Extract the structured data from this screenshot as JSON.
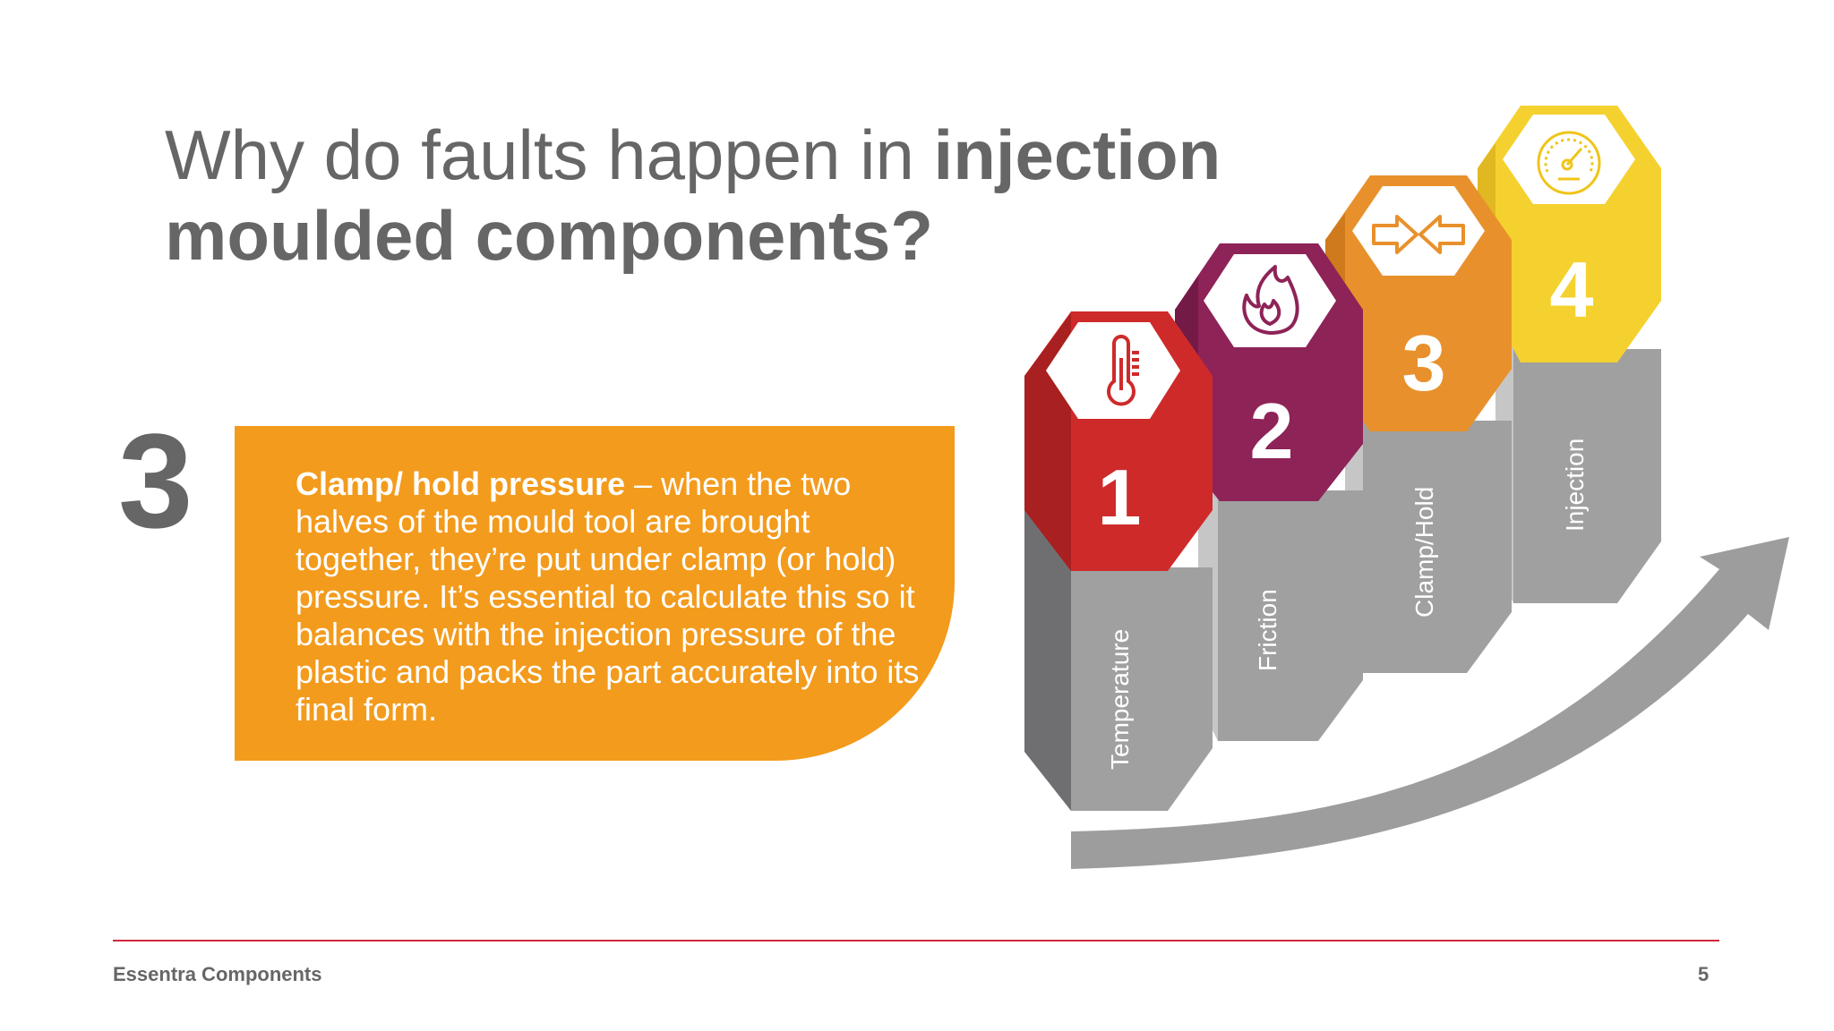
{
  "slide": {
    "title_regular": "Why do faults happen in ",
    "title_bold_line1": "injection",
    "title_bold_line2": "moulded components?",
    "step_number": "3",
    "callout": {
      "heading": "Clamp/ hold pressure",
      "body": " – when the two halves of the mould tool are brought together, they’re put under clamp (or hold) pressure. It’s essential to calculate this so it balances with the injection pressure of the plastic and packs the part accurately into its final form."
    }
  },
  "steps": [
    {
      "number": "1",
      "label": "Temperature",
      "icon": "thermometer-icon",
      "color": "#cf2a2a"
    },
    {
      "number": "2",
      "label": "Friction",
      "icon": "flame-icon",
      "color": "#8e2358"
    },
    {
      "number": "3",
      "label": "Clamp/Hold",
      "icon": "clamp-arrows-icon",
      "color": "#e8912c"
    },
    {
      "number": "4",
      "label": "Injection",
      "icon": "gauge-icon",
      "color": "#f5d12f"
    }
  ],
  "footer": {
    "company": "Essentra Components",
    "page": "5"
  },
  "colors": {
    "accent_orange": "#f39b1d",
    "footer_red": "#d0283c",
    "text_gray": "#666666"
  }
}
